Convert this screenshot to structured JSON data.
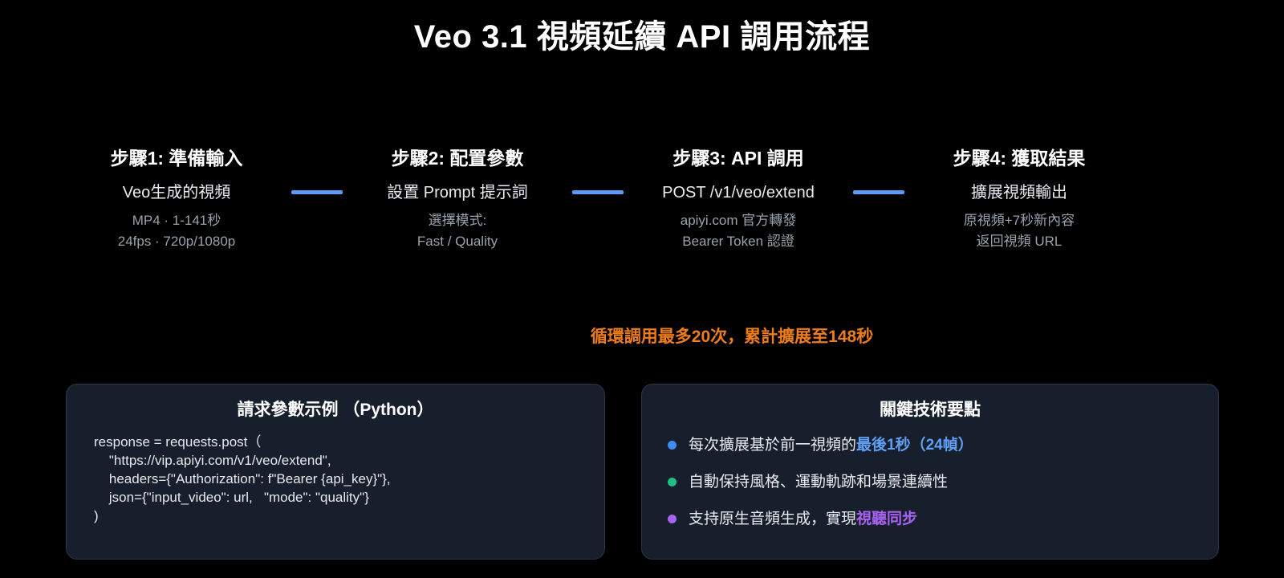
{
  "title": "Veo 3.1 視頻延續 API 調用流程",
  "steps": [
    {
      "title": "步驟1: 準備輸入",
      "subtitle": "Veo生成的視頻",
      "detail_line1": "MP4 · 1-141秒",
      "detail_line2": "24fps · 720p/1080p"
    },
    {
      "title": "步驟2: 配置參數",
      "subtitle": "設置 Prompt 提示詞",
      "detail_line1": "選擇模式:",
      "detail_line2": "Fast / Quality"
    },
    {
      "title": "步驟3: API 調用",
      "subtitle": "POST /v1/veo/extend",
      "detail_line1": "apiyi.com 官方轉發",
      "detail_line2": "Bearer Token 認證"
    },
    {
      "title": "步驟4: 獲取結果",
      "subtitle": "擴展視頻輸出",
      "detail_line1": "原視頻+7秒新內容",
      "detail_line2": "返回視頻 URL"
    }
  ],
  "annotation": {
    "text": "循環調用最多20次，累計擴展至148秒",
    "color": "#ee7d1c"
  },
  "code_panel": {
    "title": "請求參數示例 （Python）",
    "language": "Python",
    "code": "response = requests.post（\n    \"https://vip.apiyi.com/v1/veo/extend\",\n    headers={\"Authorization\": f\"Bearer {api_key}\"},\n    json={\"input_video\": url,   \"mode\": \"quality\"}\n)"
  },
  "key_points": {
    "title": "關鍵技術要點",
    "items": [
      {
        "bullet_color": "#3f8df2",
        "text": "每次擴展基於前一視頻的",
        "highlight": "最後1秒（24幀）",
        "highlight_color": "#5fa0f5"
      },
      {
        "bullet_color": "#1fbe84",
        "text": "自動保持風格、運動軌跡和場景連續性",
        "highlight": "",
        "highlight_color": ""
      },
      {
        "bullet_color": "#a763f1",
        "text": "支持原生音頻生成，實現",
        "highlight": "視聽同步",
        "highlight_color": "#a763f1"
      }
    ]
  },
  "colors": {
    "background": "#000000",
    "panel_background": "#181f2c",
    "panel_border": "#2b3544",
    "connector_blue": "#5b9bf3",
    "accent_orange": "#ee7d1c",
    "accent_blue": "#5fa0f5",
    "accent_green": "#1fbe84",
    "accent_purple": "#a763f1",
    "step_title": "#ffffff",
    "step_subtitle": "#e8ecf1",
    "step_detail": "#9aa2ac"
  }
}
